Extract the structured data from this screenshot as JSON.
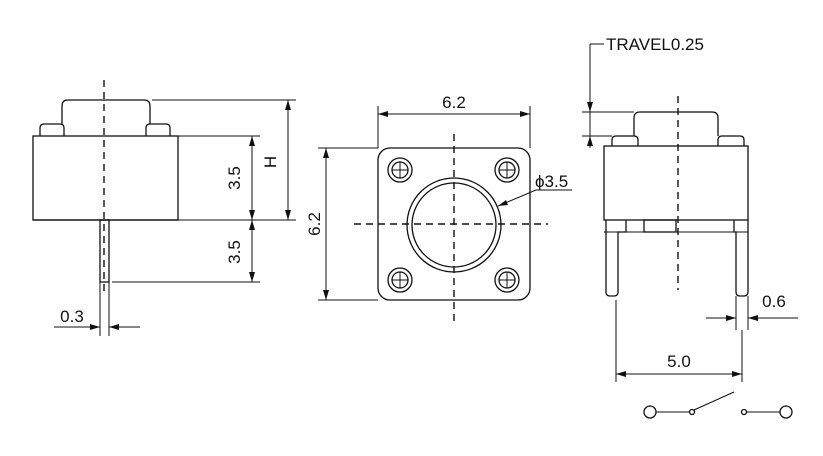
{
  "side_view": {
    "height_label": "H",
    "body_height": "3.5",
    "pin_length": "3.5",
    "pin_width": "0.3"
  },
  "top_view": {
    "width": "6.2",
    "height": "6.2",
    "button_diameter": "ϕ3.5"
  },
  "front_view": {
    "travel": "TRAVEL0.25",
    "pin_thickness": "0.6",
    "pin_spacing": "5.0"
  },
  "schematic": {
    "symbol": "normally-open-switch"
  }
}
